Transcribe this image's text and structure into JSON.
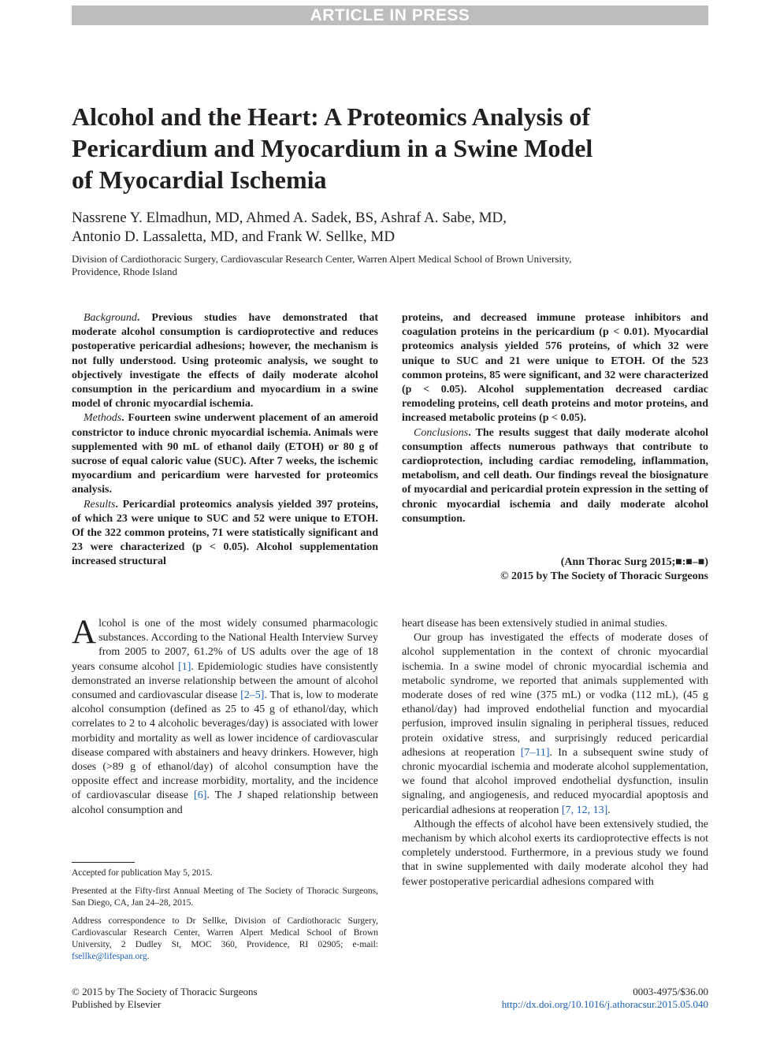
{
  "banner": "ARTICLE IN PRESS",
  "title_lines": [
    "Alcohol and the Heart: A Proteomics Analysis of",
    "Pericardium and Myocardium in a Swine Model",
    "of Myocardial Ischemia"
  ],
  "author_lines": [
    "Nassrene Y. Elmadhun, MD, Ahmed A. Sadek, BS, Ashraf A. Sabe, MD,",
    "Antonio D. Lassaletta, MD, and Frank W. Sellke, MD"
  ],
  "affiliation_lines": [
    "Division of Cardiothoracic Surgery, Cardiovascular Research Center, Warren Alpert Medical School of Brown University,",
    "Providence, Rhode Island"
  ],
  "abstract": {
    "background_label": "Background",
    "background_text": ". Previous studies have demonstrated that moderate alcohol consumption is cardioprotective and reduces postoperative pericardial adhesions; however, the mechanism is not fully understood. Using proteomic analysis, we sought to objectively investigate the effects of daily moderate alcohol consumption in the pericardium and myocardium in a swine model of chronic myocardial ischemia.",
    "methods_label": "Methods",
    "methods_text": ". Fourteen swine underwent placement of an ameroid constrictor to induce chronic myocardial ischemia. Animals were supplemented with 90 mL of ethanol daily (ETOH) or 80 g of sucrose of equal caloric value (SUC). After 7 weeks, the ischemic myocardium and pericardium were harvested for proteomics analysis.",
    "results_label": "Results",
    "results_text_a": ". Pericardial proteomics analysis yielded 397 proteins, of which 23 were unique to SUC and 52 were unique to ETOH. Of the 322 common proteins, 71 were statistically significant and 23 were characterized (p < 0.05). Alcohol supplementation increased structural",
    "results_text_b": "proteins, and decreased immune protease inhibitors and coagulation proteins in the pericardium (p < 0.01). Myocardial proteomics analysis yielded 576 proteins, of which 32 were unique to SUC and 21 were unique to ETOH. Of the 523 common proteins, 85 were significant, and 32 were characterized (p < 0.05). Alcohol supplementation decreased cardiac remodeling proteins, cell death proteins and motor proteins, and increased metabolic proteins (p < 0.05).",
    "conclusions_label": "Conclusions",
    "conclusions_text": ". The results suggest that daily moderate alcohol consumption affects numerous pathways that contribute to cardioprotection, including cardiac remodeling, inflammation, metabolism, and cell death. Our findings reveal the biosignature of myocardial and pericardial protein expression in the setting of chronic myocardial ischemia and daily moderate alcohol consumption.",
    "citation": "(Ann Thorac Surg 2015;■:■–■)",
    "copyright": "© 2015 by The Society of Thoracic Surgeons"
  },
  "body_left": {
    "dropcap": "A",
    "p1_t1": "lcohol is one of the most widely consumed pharmacologic substances. According to the National Health Interview Survey from 2005 to 2007, 61.2% of US adults over the age of 18 years consume alcohol ",
    "p1_r1": "[1]",
    "p1_t2": ". Epidemiologic studies have consistently demonstrated an inverse relationship between the amount of alcohol consumed and cardiovascular disease ",
    "p1_r2": "[2–5]",
    "p1_t3": ". That is, low to moderate alcohol consumption (defined as 25 to 45 g of ethanol/day, which correlates to 2 to 4 alcoholic beverages/day) is associated with lower morbidity and mortality as well as lower incidence of cardiovascular disease compared with abstainers and heavy drinkers. However, high doses (>89 g of ethanol/day) of alcohol consumption have the opposite effect and increase morbidity, mortality, and the incidence of cardiovascular disease ",
    "p1_r3": "[6]",
    "p1_t4": ". The J shaped relationship between alcohol consumption and"
  },
  "body_right": {
    "p1_cont": "heart disease has been extensively studied in animal studies.",
    "p2_t1": "Our group has investigated the effects of moderate doses of alcohol supplementation in the context of chronic myocardial ischemia. In a swine model of chronic myocardial ischemia and metabolic syndrome, we reported that animals supplemented with moderate doses of red wine (375 mL) or vodka (112 mL), (45 g ethanol/day) had improved endothelial function and myocardial perfusion, improved insulin signaling in peripheral tissues, reduced protein oxidative stress, and surprisingly reduced pericardial adhesions at reoperation ",
    "p2_r1": "[7–11]",
    "p2_t2": ". In a subsequent swine study of chronic myocardial ischemia and moderate alcohol supplementation, we found that alcohol improved endothelial dysfunction, insulin signaling, and angiogenesis, and reduced myocardial apoptosis and pericardial adhesions at reoperation ",
    "p2_r2": "[7, 12, 13]",
    "p2_t3": ".",
    "p3": "Although the effects of alcohol have been extensively studied, the mechanism by which alcohol exerts its cardioprotective effects is not completely understood. Furthermore, in a previous study we found that in swine supplemented with daily moderate alcohol they had fewer postoperative pericardial adhesions compared with"
  },
  "footnotes": {
    "accepted": "Accepted for publication May 5, 2015.",
    "presented": "Presented at the Fifty-first Annual Meeting of The Society of Thoracic Surgeons, San Diego, CA, Jan 24–28, 2015.",
    "address": "Address correspondence to Dr Sellke, Division of Cardiothoracic Surgery, Cardiovascular Research Center, Warren Alpert Medical School of Brown University, 2 Dudley St, MOC 360, Providence, RI 02905; e-mail: ",
    "email": "fsellke@lifespan.org",
    "address_end": "."
  },
  "footer": {
    "copyright": "© 2015 by The Society of Thoracic Surgeons",
    "publisher": "Published by Elsevier",
    "issn": "0003-4975/$36.00",
    "doi": "http://dx.doi.org/10.1016/j.athoracsur.2015.05.040"
  }
}
